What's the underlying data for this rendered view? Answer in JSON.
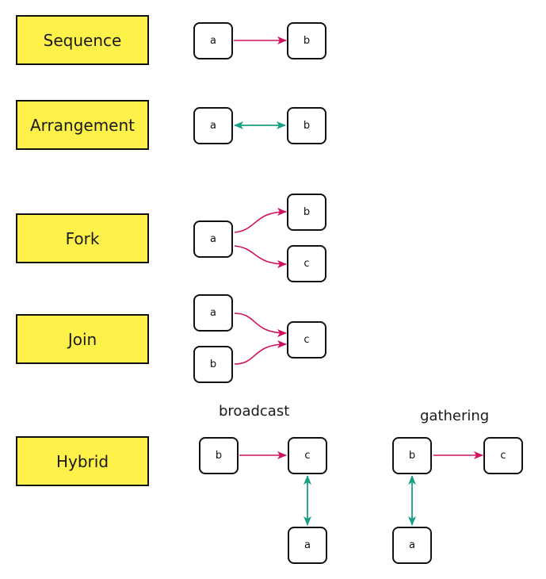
{
  "labels": {
    "sequence": "Sequence",
    "arrangement": "Arrangement",
    "fork": "Fork",
    "join": "Join",
    "hybrid": "Hybrid"
  },
  "captions": {
    "broadcast": "broadcast",
    "gathering": "gathering"
  },
  "nodes": {
    "seq_a": "a",
    "seq_b": "b",
    "arr_a": "a",
    "arr_b": "b",
    "fork_a": "a",
    "fork_b": "b",
    "fork_c": "c",
    "join_a": "a",
    "join_b": "b",
    "join_c": "c",
    "bc_b": "b",
    "bc_c": "c",
    "bc_a": "a",
    "ga_b": "b",
    "ga_c": "c",
    "ga_a": "a"
  },
  "colors": {
    "label_fill": "#fdf14a",
    "directed_edge": "#d0105e",
    "bidirectional_edge": "#1a9e86"
  }
}
